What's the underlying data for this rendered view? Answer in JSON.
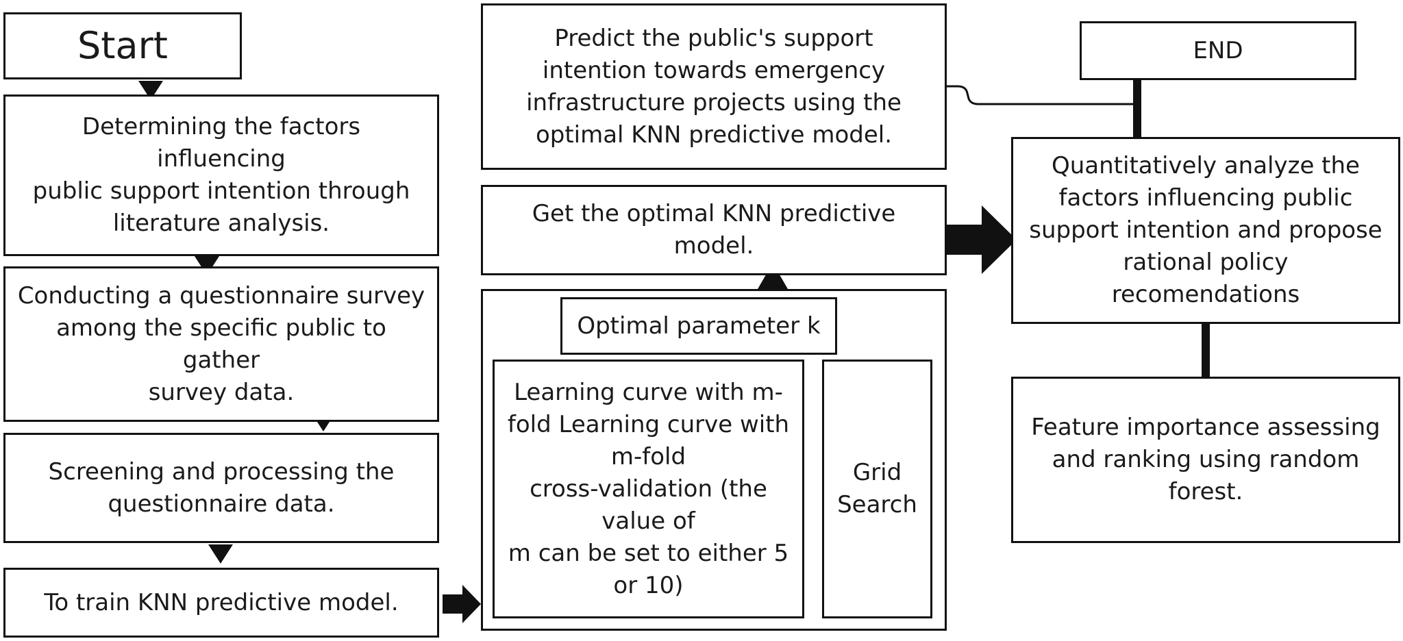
{
  "nodes": {
    "start": "Start",
    "determine_factors": "Determining the factors\ninfluencing\npublic support intention through\nliterature analysis.",
    "questionnaire": "Conducting a questionnaire survey\namong the specific public to\ngather\nsurvey data.",
    "screening": "Screening and processing the\nquestionnaire data.",
    "train_knn": "To train KNN predictive model.",
    "optimal_k": "Optimal parameter k",
    "learning_curve": "Learning curve with m-\nfold Learning curve with\nm-fold\ncross-validation (the\nvalue of\nm can be set to either 5\nor 10)",
    "grid_search": "Grid\nSearch",
    "get_optimal_model": "Get the optimal KNN predictive\nmodel.",
    "predict_support": "Predict the public's support\nintention towards emergency\ninfrastructure projects using the\noptimal KNN predictive model.",
    "end": "END",
    "quantitative_analysis": "Quantitatively analyze the\nfactors influencing public\nsupport intention and propose\nrational policy\nrecomendations",
    "feature_importance": "Feature importance assessing\nand ranking using random\nforest."
  },
  "colors": {
    "stroke": "#111111",
    "background": "#ffffff",
    "text": "#1a1a1a"
  }
}
